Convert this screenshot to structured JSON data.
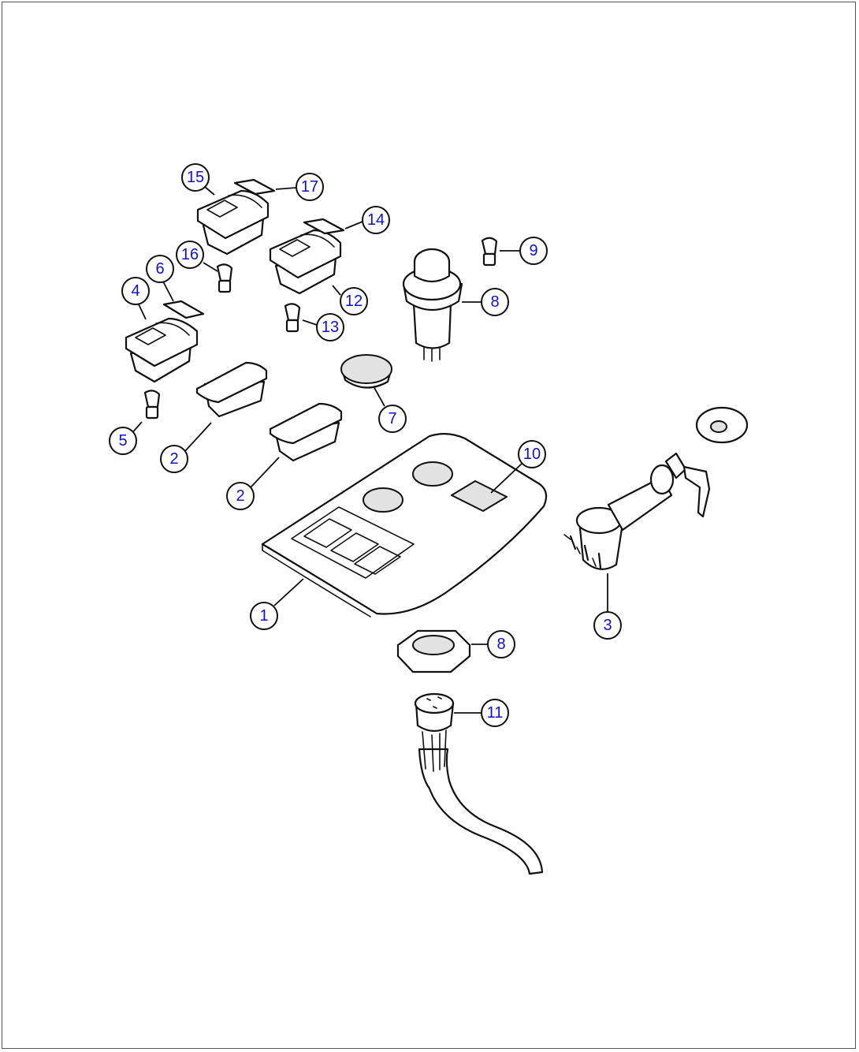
{
  "callouts": [
    {
      "id": "c1",
      "label": "1"
    },
    {
      "id": "c2a",
      "label": "2"
    },
    {
      "id": "c2b",
      "label": "2"
    },
    {
      "id": "c3",
      "label": "3"
    },
    {
      "id": "c4",
      "label": "4"
    },
    {
      "id": "c5",
      "label": "5"
    },
    {
      "id": "c6",
      "label": "6"
    },
    {
      "id": "c7",
      "label": "7"
    },
    {
      "id": "c8a",
      "label": "8"
    },
    {
      "id": "c8b",
      "label": "8"
    },
    {
      "id": "c9",
      "label": "9"
    },
    {
      "id": "c10",
      "label": "10"
    },
    {
      "id": "c11",
      "label": "11"
    },
    {
      "id": "c12",
      "label": "12"
    },
    {
      "id": "c13",
      "label": "13"
    },
    {
      "id": "c14",
      "label": "14"
    },
    {
      "id": "c15",
      "label": "15"
    },
    {
      "id": "c16",
      "label": "16"
    },
    {
      "id": "c17",
      "label": "17"
    }
  ]
}
